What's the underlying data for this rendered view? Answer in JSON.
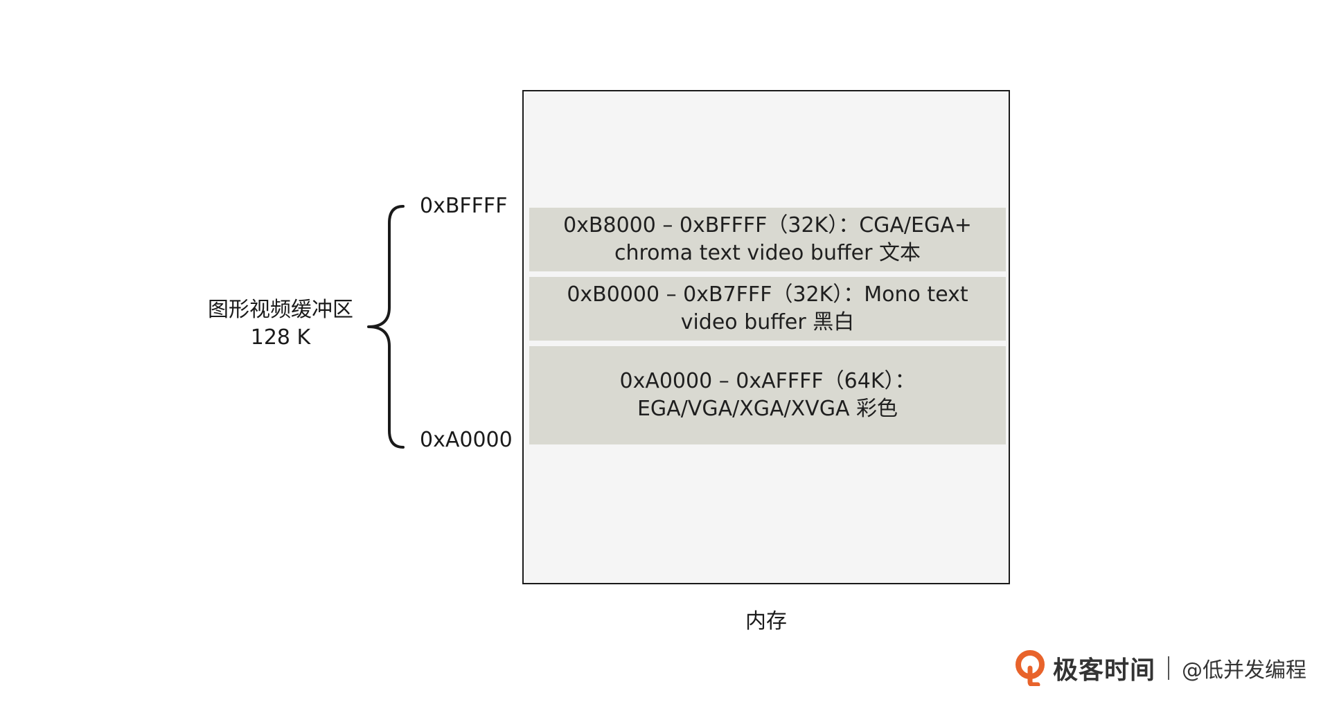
{
  "memory": {
    "label": "内存",
    "regions": [
      {
        "text": "0xB8000 – 0xBFFFF（32K）：CGA/EGA+\nchroma text video buffer 文本"
      },
      {
        "text": "0xB0000 – 0xB7FFF（32K）：Mono text\nvideo buffer 黑白"
      },
      {
        "text": "0xA0000 – 0xAFFFF（64K）：\nEGA/VGA/XGA/XVGA 彩色"
      }
    ]
  },
  "addresses": {
    "top": "0xBFFFF",
    "bottom": "0xA0000"
  },
  "buffer": {
    "name": "图形视频缓冲区",
    "size": "128 K"
  },
  "footer": {
    "brand": "极客时间",
    "author": "@低并发编程",
    "logo_icon": "geektime-logo-icon",
    "accent_color": "#e8632b"
  }
}
